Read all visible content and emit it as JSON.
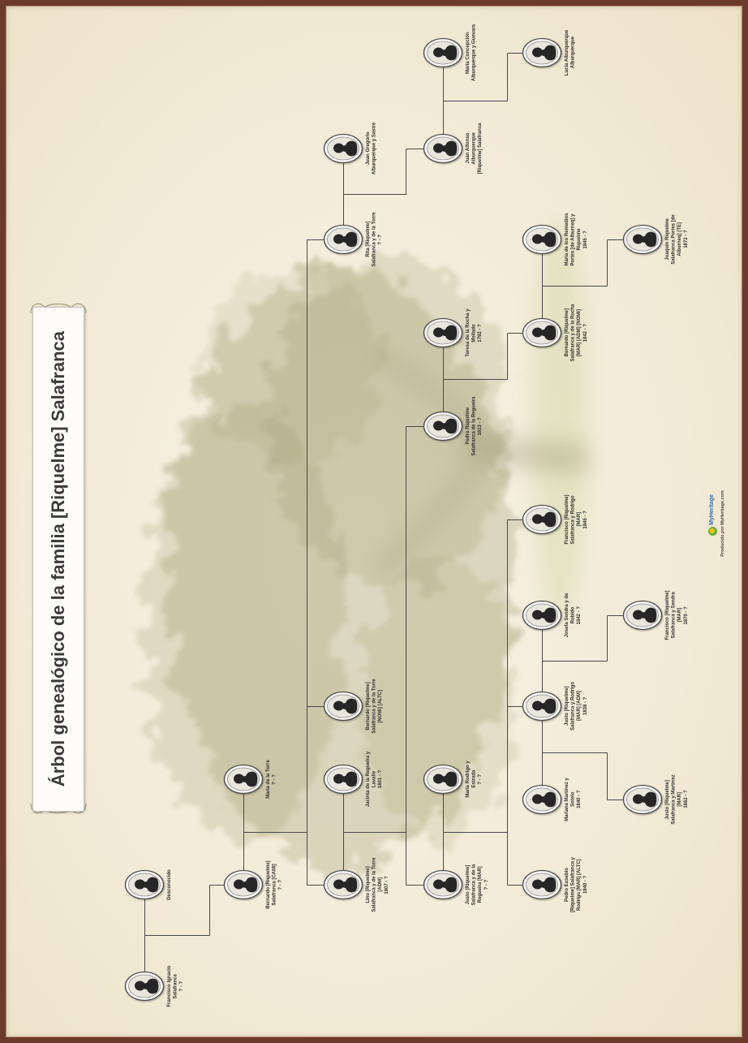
{
  "title": "Árbol genealógico de la familia [Riquelme] Salafranca",
  "people": [
    {
      "lines": [
        "Francisco Ignacio",
        "Salafranca",
        "? - ?"
      ]
    },
    {
      "lines": [
        "Desconocido"
      ]
    },
    {
      "lines": [
        "Bernardo [Riquelme]",
        "Salafranca [CAMi]",
        "? - ?"
      ]
    },
    {
      "lines": [
        "María de la Torre",
        "? - ?"
      ]
    },
    {
      "lines": [
        "Lino [Riquelme]",
        "Salafranca y de la Torre",
        "[ADM]",
        "1807 - ?"
      ]
    },
    {
      "lines": [
        "Jacinta de la Regueira y",
        "Lavalle",
        "1801 - ?"
      ]
    },
    {
      "lines": [
        "Bernardo [Riquelme]",
        "Salafranca y de la Torre",
        "[NOMi] [ALTC]"
      ]
    },
    {
      "lines": [
        "Rita [Riquelme]",
        "Salafranca y de la Torre",
        "? - ?"
      ]
    },
    {
      "lines": [
        "Juan Gregorio",
        "Alburquerque y Sastre"
      ]
    },
    {
      "lines": [
        "Justo [Riquelme]",
        "Salafranca y de la",
        "Regueira [MAR]",
        "? - ?"
      ]
    },
    {
      "lines": [
        "María Rodrigo y",
        "Estrada",
        "? - ?"
      ]
    },
    {
      "lines": [
        "Pedro Riquelme",
        "Salafranca de la Regueira",
        "1813 - ?"
      ]
    },
    {
      "lines": [
        "Teresa de la Rocha y",
        "Mellado",
        "1792 - ?"
      ]
    },
    {
      "lines": [
        "Juan Alfonso",
        "Alburquerque",
        "[Riquelme] Salafranca"
      ]
    },
    {
      "lines": [
        "María Concepción",
        "Alburquerque y Guevara"
      ]
    },
    {
      "lines": [
        "Pedro Eusebio",
        "[Riquelme] Salafranca y",
        "Rodrigo [MAR] [ALTC]",
        "1840 - ?"
      ]
    },
    {
      "lines": [
        "Mariana Martínez y",
        "Sotelo",
        "1840 - ?"
      ]
    },
    {
      "lines": [
        "Justo [Riquelme]",
        "Salafranca y Rodrigo",
        "[MAR] [ADM]",
        "1838 - ?"
      ]
    },
    {
      "lines": [
        "Josefa Sendra y de",
        "Rubido",
        "1842 - ?"
      ]
    },
    {
      "lines": [
        "Francisco [Riquelme]",
        "Salafranca y Rodrigo",
        "[MAR]",
        "1845 - ?"
      ]
    },
    {
      "lines": [
        "Bernardo [Riquelme]",
        "Salafranca y de la Rocha",
        "[MAR] [ADM] [NOMi]",
        "1842 - ?"
      ]
    },
    {
      "lines": [
        "María de los Remedios",
        "Portes [de Alburneq] y",
        "Riquelme",
        "1845 - ?"
      ]
    },
    {
      "lines": [
        "Lucía Alburquerque",
        "Alburquerque"
      ]
    },
    {
      "lines": [
        "Justo [Riquelme]",
        "Salafranca y Martínez",
        "[MAR]",
        "1862 - ?"
      ]
    },
    {
      "lines": [
        "Francisco [Riquelme]",
        "Salafranca y Sendra",
        "[MAR]",
        "1870 - ?"
      ]
    },
    {
      "lines": [
        "Joaquín Riquelme",
        "Salafranca Portes [de",
        "Alburneq] [TE]",
        "1872 - ?"
      ]
    }
  ],
  "footer": {
    "logo": "MyHeritage",
    "produced_by": "Producido por MyHeritage.com"
  },
  "colors": {
    "frame": "#6b3a2c",
    "background": "#f3ebd8",
    "connector": "#4a4a4a",
    "title_text": "#3b3b3b",
    "silhouette": "#262626",
    "tree_tint": "#8f8d5a"
  }
}
